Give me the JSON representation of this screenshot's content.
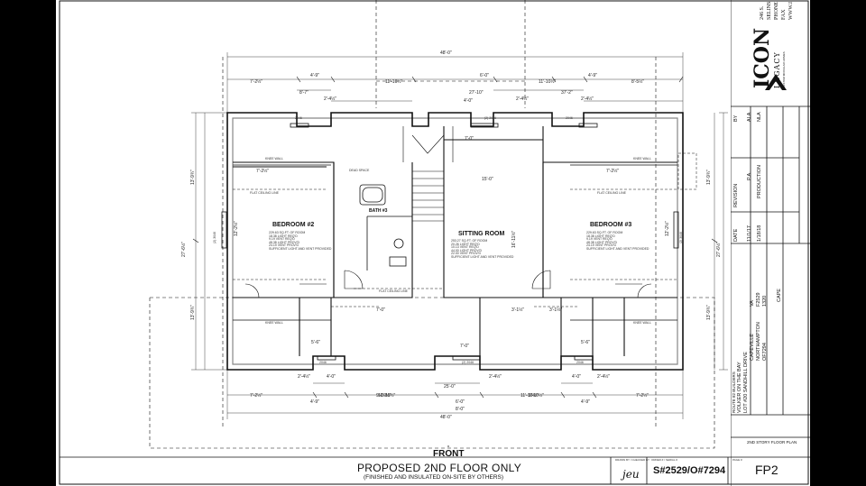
{
  "drawing": {
    "view_label": "FRONT",
    "title": "PROPOSED 2ND FLOOR ONLY",
    "subtitle": "(FINISHED AND INSULATED ON-SITE BY OTHERS)",
    "rooms": {
      "bedroom_left": "BEDROOM #2",
      "bedroom_right": "BEDROOM #3",
      "sitting": "SITTING ROOM",
      "bath": "BATH #3"
    },
    "room_notes": {
      "bedroom_left": [
        "229.63 SQ.FT. OF ROOM",
        "18.38 LIGHT REQ'D",
        "9.19 VENT REQ'D",
        "48.38 LIGHT PROV'D",
        "24.19 VENT PROV'D",
        "SUFFICIENT LIGHT AND VENT PROVIDED"
      ],
      "bedroom_right": [
        "229.63 SQ.FT. OF ROOM",
        "18.38 LIGHT REQ'D",
        "9.19 VENT REQ'D",
        "48.38 LIGHT PROV'D",
        "24.19 VENT PROV'D",
        "SUFFICIENT LIGHT AND VENT PROVIDED"
      ],
      "sitting": [
        "253.27 SQ.FT. OF ROOM",
        "20.26 LIGHT REQ'D",
        "10.13 VENT REQ'D",
        "44.00 LIGHT PROV'D",
        "22.00 VENT PROV'D",
        "SUFFICIENT LIGHT AND VENT PROVIDED"
      ]
    },
    "labels": {
      "knee_wall_tl": "KNEE WALL",
      "knee_wall_tr": "KNEE WALL",
      "knee_wall_bl": "KNEE WALL",
      "knee_wall_br": "KNEE WALL",
      "dead_space": "DEAD SPACE",
      "flat_ceiling_left": "FLAT CEILING LINE",
      "flat_ceiling_right": "FLAT CEILING LINE",
      "flat_ceiling_mid": "FLAT CEILING LINE",
      "window_top_left": "2046",
      "window_top_mid": "(2) 2046",
      "window_top_right": "2046",
      "window_bot_left": "2046",
      "window_bot_mid": "(2) 2046",
      "window_bot_right": "2046",
      "side_window_left": "(2) 3046",
      "side_window_right": "(2) 3046"
    },
    "dims": {
      "overall_top": "48'-0\"",
      "overall_bottom": "48'-0\"",
      "top_row": [
        "7'-2½\"",
        "4'-9\"",
        "11'-10½\"",
        "6'-0\"",
        "11'-10½\"",
        "4'-9\"",
        "8'-5½\""
      ],
      "top_row2": [
        "8'-7\"",
        "2'-4½\"",
        "27'-10\"",
        "4'-0\"",
        "2'-4½\"",
        "37'-2\"",
        "2'-4½\""
      ],
      "bottom_row": [
        "7'-2½\"",
        "4'-9\"",
        "11'-10½\"",
        "6'-0\"",
        "11'-10½\"",
        "4'-9\"",
        "7'-2½\""
      ],
      "bottom_row2": [
        "2'-4½\"",
        "4'-0\"",
        "2'-4½\"",
        "4'-0\"",
        "2'-4½\""
      ],
      "left_overall": "27'-6½\"",
      "right_overall": "27'-6½\"",
      "left_upper": "13'-9¾\"",
      "left_lower": "13'-9¾\"",
      "right_upper": "13'-9¾\"",
      "right_lower": "13'-9¾\"",
      "sitting_width": "15'-0\"",
      "sitting_depth": "16'-11½\"",
      "bed_left_depth": "12'-2½\"",
      "bed_right_depth": "12'-2½\"",
      "misc": [
        "7'-0\"",
        "7'-0\"",
        "7'-0\"",
        "5'-6\"",
        "5'-6\"",
        "7'-2½\"",
        "7'-2½\"",
        "9'-10½\"",
        "9'-10½\"",
        "25'-0\"",
        "8'-0\"",
        "3'-1½\"",
        "3'-1½\""
      ]
    }
  },
  "title_block": {
    "company_logo": "ICON",
    "company_sub": "LEGACY",
    "company_tag": "CUSTOM MODULAR HOMES",
    "address_lines": [
      "246 S.",
      "SELINS",
      "PHONE",
      "FAX",
      "WWW.I"
    ],
    "revisions_header": {
      "date": "DATE",
      "revision": "REVISION",
      "by": "BY"
    },
    "revisions": [
      {
        "date": "11/1/17",
        "revision": "P.A.",
        "by": "ALA"
      },
      {
        "date": "1/18/18",
        "revision": "PRODUCTION",
        "by": "NLA"
      }
    ],
    "project": {
      "builder": "ROUTE 82 BUILDERS",
      "customer": "VOLKER ON THE BAY",
      "lot": "LOT #20 SANDHILL DRIVE",
      "town": "CAPEVILLE",
      "county": "NORTHAMPTON",
      "state": "VA",
      "job_no": "F2529",
      "model": "CAPE",
      "sq_ft": "1320",
      "serial": "OF7294"
    },
    "sheet_desc": "2ND STORY FLOOR PLAN",
    "order_label": "ORDER # / SERIAL #",
    "order_number": "S#2529/O#7294",
    "sheet_label": "PAGE #",
    "sheet_number": "FP2",
    "drawn_by_label": "DRAWN BY / CHECKED BY",
    "drawn_by": "jeu"
  }
}
